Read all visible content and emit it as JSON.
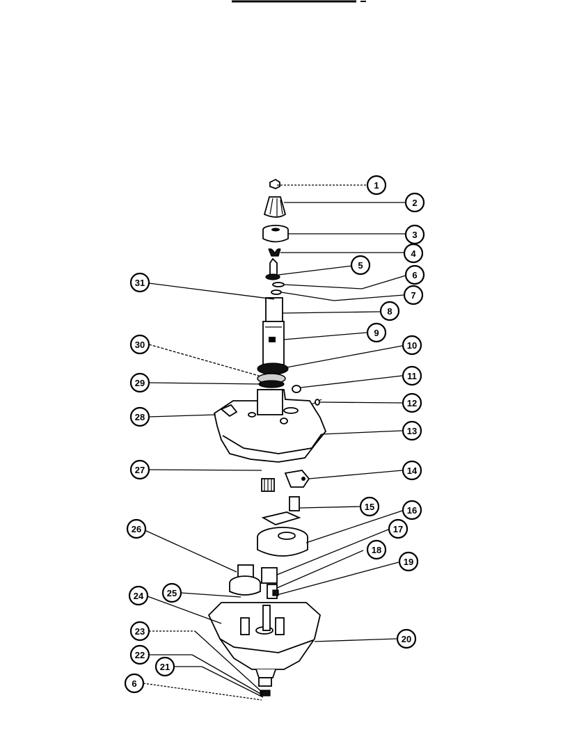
{
  "header_rule": {},
  "callouts": [
    {
      "label": "1"
    },
    {
      "label": "2"
    },
    {
      "label": "3"
    },
    {
      "label": "4"
    },
    {
      "label": "5"
    },
    {
      "label": "6"
    },
    {
      "label": "7"
    },
    {
      "label": "8"
    },
    {
      "label": "9"
    },
    {
      "label": "10"
    },
    {
      "label": "11"
    },
    {
      "label": "12"
    },
    {
      "label": "13"
    },
    {
      "label": "14"
    },
    {
      "label": "15"
    },
    {
      "label": "16"
    },
    {
      "label": "17"
    },
    {
      "label": "18"
    },
    {
      "label": "19"
    },
    {
      "label": "20"
    },
    {
      "label": "31"
    },
    {
      "label": "30"
    },
    {
      "label": "29"
    },
    {
      "label": "28"
    },
    {
      "label": "27"
    },
    {
      "label": "26"
    },
    {
      "label": "25"
    },
    {
      "label": "24"
    },
    {
      "label": "23"
    },
    {
      "label": "22"
    },
    {
      "label": "21"
    },
    {
      "label": "6"
    }
  ]
}
